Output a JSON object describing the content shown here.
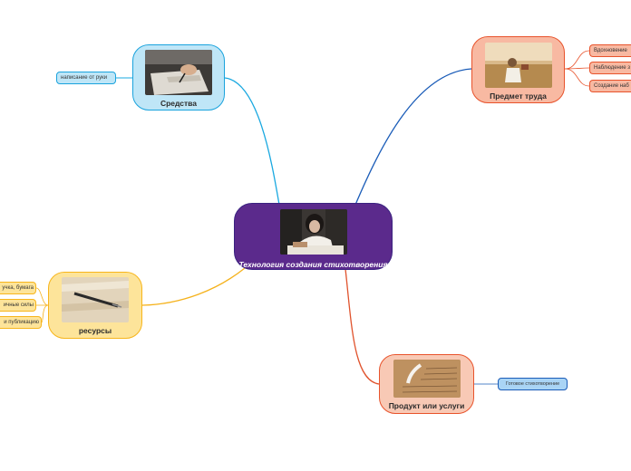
{
  "mindmap": {
    "central": {
      "label": "Технология создания стихотворения",
      "image": "woman-writing-photo"
    },
    "branches": {
      "tools": {
        "label": "Средства",
        "image": "writing-hand-photo",
        "children": [
          "написание от руки"
        ]
      },
      "subject": {
        "label": "Предмет труда",
        "image": "girl-in-field-photo",
        "children": [
          "Вдохновение",
          "Наблюдение з",
          "Создание наб"
        ]
      },
      "resources": {
        "label": "ресурсы",
        "image": "pen-on-paper-photo",
        "children": [
          "учка, бумага",
          "ичные силы",
          "и публикацию"
        ]
      },
      "product": {
        "label": "Продукт или услуги",
        "image": "quill-manuscript-photo",
        "children": [
          "Готовое стихотворение"
        ]
      }
    }
  },
  "colors": {
    "central_fill": "#5b2a8c",
    "central_border": "#3a2280",
    "tools_fill": "#bfe6f7",
    "tools_border": "#1aa3dd",
    "subject_fill": "#f8b9a2",
    "subject_border": "#e8532c",
    "resources_fill": "#fde49a",
    "resources_border": "#f7b51b",
    "product_fill": "#f8c9b5",
    "product_border": "#e8532c",
    "tools_edge": "#19a8e0",
    "subject_edge": "#1a5cb8",
    "resources_edge": "#f5b21c",
    "product_edge": "#e0532d"
  }
}
